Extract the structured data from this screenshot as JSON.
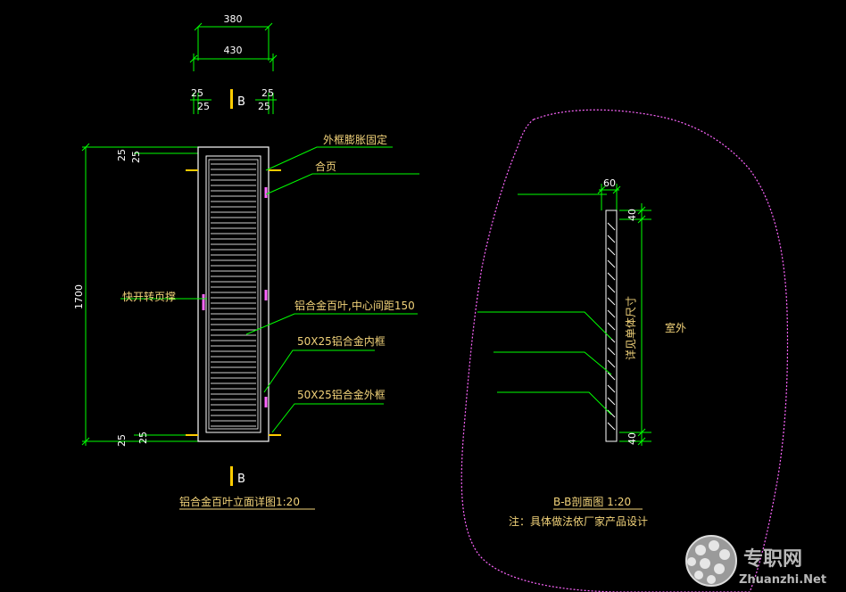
{
  "elevation": {
    "dim_top_inner": "380",
    "dim_top_outer": "430",
    "dim_small": [
      "25",
      "25",
      "25",
      "25"
    ],
    "dim_height": "1700",
    "dim_edge": [
      "25",
      "25",
      "25",
      "25"
    ],
    "section_mark": "B",
    "callouts": {
      "frame_fix": "外框膨胀固定",
      "hinge": "合页",
      "quick_hinge": "快开转页撑",
      "louver": "铝合金百叶,中心间距150",
      "inner_frame": "50X25铝合金内框",
      "outer_frame": "50X25铝合金外框"
    },
    "title": "铝合金百叶立面详图1:20"
  },
  "section": {
    "dim_width": "60",
    "dim_top": "40",
    "dim_bottom": "40",
    "vertical_label": "详见单体尺寸",
    "outdoor": "室外",
    "title": "B-B剖面图 1:20",
    "note": "注：具体做法依厂家产品设计"
  },
  "watermark": {
    "cn": "专职网",
    "en": "Zhuanzhi.Net"
  },
  "colors": {
    "background": "#000000",
    "dimension_line": "#00ff00",
    "frame": "#ffffff",
    "label_text": "#f2d37a",
    "hinge": "#ff66ff",
    "anchor": "#ffcc00",
    "cloud": "#ff66ff"
  }
}
